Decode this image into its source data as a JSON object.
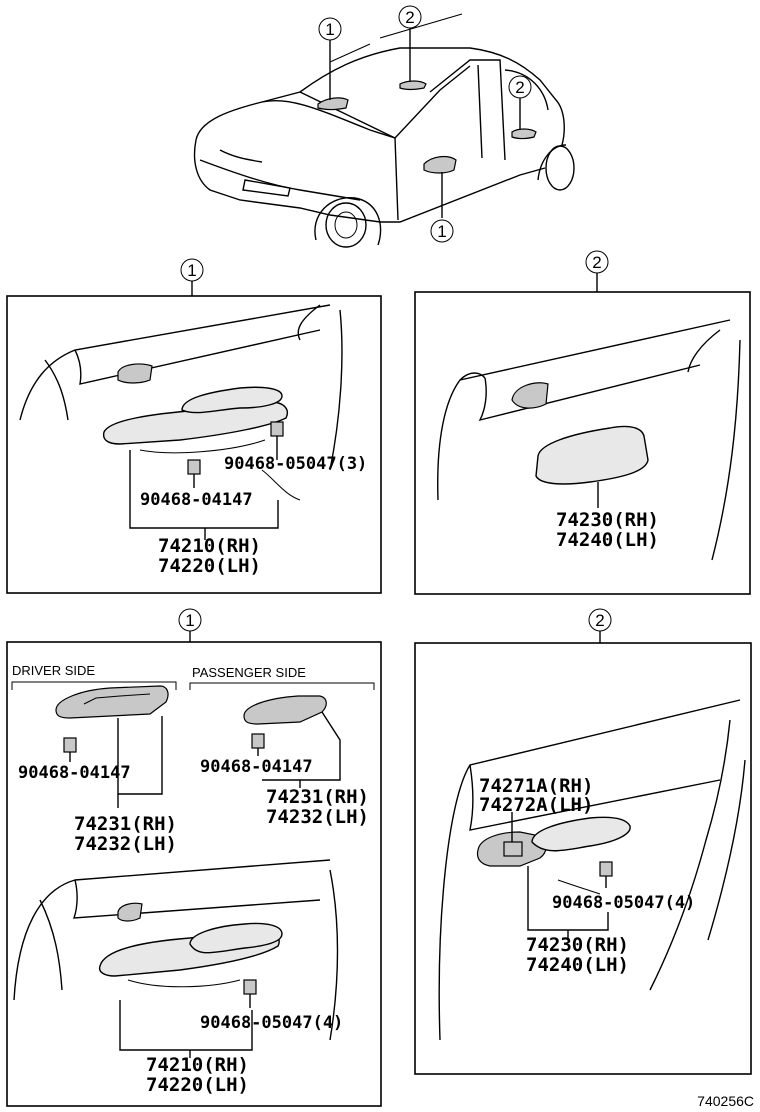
{
  "callouts": {
    "car_1a": "1",
    "car_2a": "2",
    "car_2b": "2",
    "car_1b": "1",
    "panel_tl": "1",
    "panel_tr": "2",
    "panel_bl": "1",
    "panel_br": "2"
  },
  "panel_tl": {
    "screw_a": "90468-05047(3)",
    "screw_b": "90468-04147",
    "part_rh": "74210(RH)",
    "part_lh": "74220(LH)"
  },
  "panel_tr": {
    "part_rh": "74230(RH)",
    "part_lh": "74240(LH)"
  },
  "panel_bl": {
    "driver_side": "DRIVER SIDE",
    "passenger_side": "PASSENGER SIDE",
    "driver_screw": "90468-04147",
    "driver_rh": "74231(RH)",
    "driver_lh": "74232(LH)",
    "passenger_screw": "90468-04147",
    "passenger_rh": "74231(RH)",
    "passenger_lh": "74232(LH)",
    "door_screw": "90468-05047(4)",
    "door_rh": "74210(RH)",
    "door_lh": "74220(LH)"
  },
  "panel_br": {
    "switch_rh": "74271A(RH)",
    "switch_lh": "74272A(LH)",
    "screw": "90468-05047(4)",
    "part_rh": "74230(RH)",
    "part_lh": "74240(LH)"
  },
  "diagram_code": "740256C"
}
